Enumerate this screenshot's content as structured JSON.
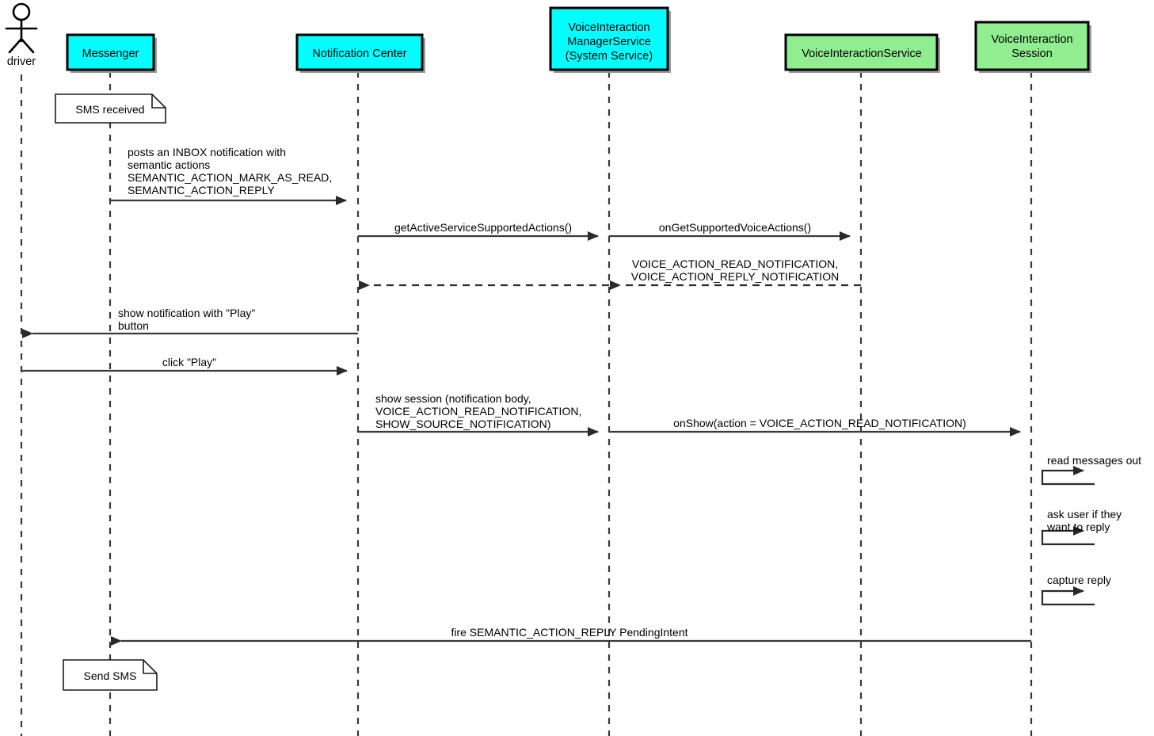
{
  "diagram": {
    "type": "uml-sequence-diagram",
    "title": "Voice Interaction notification read/reply flow",
    "colors": {
      "cyan_participant": "#00FFFF",
      "green_participant": "#90EE90",
      "note_fill": "#FFFFFF",
      "line": "#3A3A3A",
      "text": "#000000"
    }
  },
  "actor": {
    "name": "driver-actor",
    "label": "driver"
  },
  "participants": [
    {
      "id": "messenger",
      "label": "Messenger",
      "lines": [
        "Messenger"
      ],
      "color": "#00FFFF"
    },
    {
      "id": "notifcenter",
      "label": "Notification Center",
      "lines": [
        "Notification Center"
      ],
      "color": "#00FFFF"
    },
    {
      "id": "vims",
      "label": "VoiceInteractionManagerService (System Service)",
      "lines": [
        "VoiceInteraction",
        "ManagerService",
        "(System Service)"
      ],
      "color": "#00FFFF"
    },
    {
      "id": "vis",
      "label": "VoiceInteractionService",
      "lines": [
        "VoiceInteractionService"
      ],
      "color": "#90EE90"
    },
    {
      "id": "vsession",
      "label": "VoiceInteraction Session",
      "lines": [
        "VoiceInteraction",
        "Session"
      ],
      "color": "#90EE90"
    }
  ],
  "notes": [
    {
      "id": "note-sms-received",
      "label": "SMS received",
      "on": "messenger"
    },
    {
      "id": "note-send-sms",
      "label": "Send SMS",
      "on": "messenger"
    }
  ],
  "messages": [
    {
      "id": "msg-post-notification",
      "from": "messenger",
      "to": "notifcenter",
      "style": "solid",
      "direction": "right",
      "lines": [
        "posts an INBOX notification with",
        "semantic actions",
        "SEMANTIC_ACTION_MARK_AS_READ,",
        "SEMANTIC_ACTION_REPLY"
      ]
    },
    {
      "id": "msg-get-active-service-supported-actions",
      "from": "notifcenter",
      "to": "vims",
      "style": "solid",
      "direction": "right",
      "lines": [
        "getActiveServiceSupportedActions()"
      ]
    },
    {
      "id": "msg-on-get-supported-voice-actions",
      "from": "vims",
      "to": "vis",
      "style": "solid",
      "direction": "right",
      "lines": [
        "onGetSupportedVoiceActions()"
      ]
    },
    {
      "id": "msg-return-voice-actions",
      "from": "vis",
      "to": "vims",
      "style": "dashed",
      "direction": "left",
      "lines": [
        "VOICE_ACTION_READ_NOTIFICATION,",
        "VOICE_ACTION_REPLY_NOTIFICATION"
      ]
    },
    {
      "id": "msg-return-voice-actions-2",
      "from": "vims",
      "to": "notifcenter",
      "style": "dashed",
      "direction": "left",
      "lines": []
    },
    {
      "id": "msg-show-notification",
      "from": "notifcenter",
      "to": "driver",
      "style": "solid",
      "direction": "left",
      "lines": [
        "show notification with \"Play\"",
        "button"
      ]
    },
    {
      "id": "msg-click-play",
      "from": "driver",
      "to": "notifcenter",
      "style": "solid",
      "direction": "right",
      "lines": [
        "click \"Play\""
      ]
    },
    {
      "id": "msg-show-session",
      "from": "notifcenter",
      "to": "vims",
      "style": "solid",
      "direction": "right",
      "lines": [
        "show session (notification body,",
        "VOICE_ACTION_READ_NOTIFICATION,",
        "SHOW_SOURCE_NOTIFICATION)"
      ]
    },
    {
      "id": "msg-on-show",
      "from": "vims",
      "to": "vsession",
      "style": "solid",
      "direction": "right",
      "lines": [
        "onShow(action = VOICE_ACTION_READ_NOTIFICATION)"
      ]
    },
    {
      "id": "msg-fire-reply-pendingintent",
      "from": "vsession",
      "to": "messenger",
      "style": "solid",
      "direction": "left",
      "lines": [
        "fire SEMANTIC_ACTION_REPLY PendingIntent"
      ]
    }
  ],
  "self_messages": [
    {
      "id": "self-read-messages-out",
      "on": "vsession",
      "lines": [
        "read messages out"
      ]
    },
    {
      "id": "self-ask-user-reply",
      "on": "vsession",
      "lines": [
        "ask user if they",
        "want to reply"
      ]
    },
    {
      "id": "self-capture-reply",
      "on": "vsession",
      "lines": [
        "capture reply"
      ]
    }
  ]
}
